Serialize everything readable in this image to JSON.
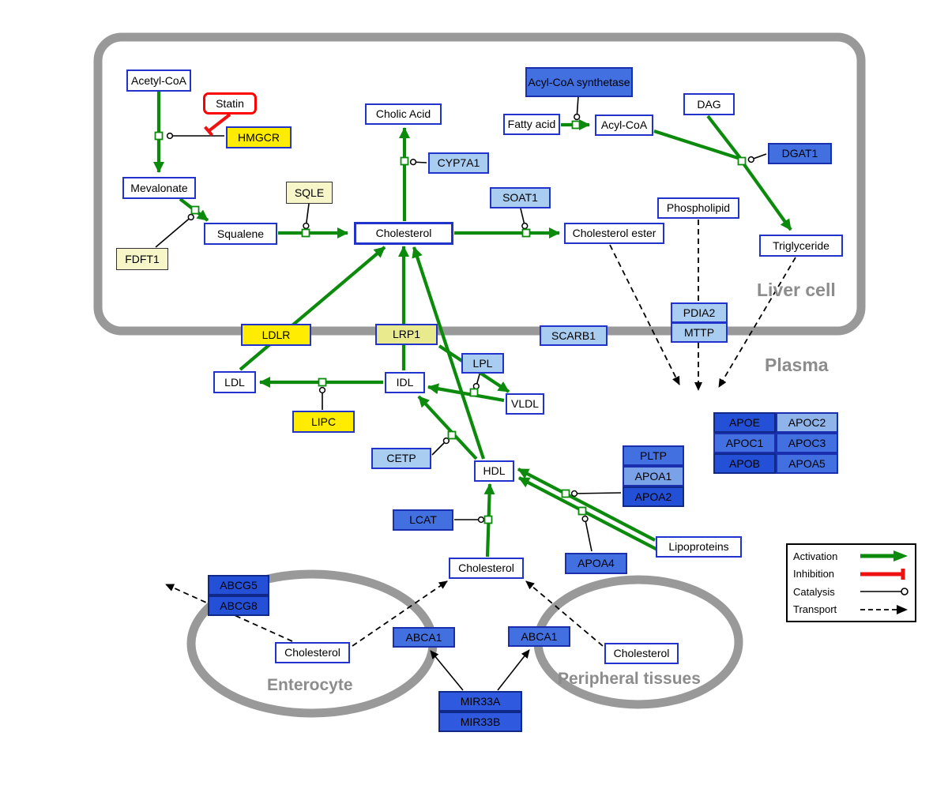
{
  "compartments": {
    "liver": "Liver cell",
    "plasma": "Plasma",
    "enterocyte": "Enterocyte",
    "peripheral": "Peripheral tissues"
  },
  "nodes": {
    "acetyl_coa": "Acetyl-CoA",
    "statin": "Statin",
    "hmgcr": "HMGCR",
    "mevalonate": "Mevalonate",
    "fdft1": "FDFT1",
    "squalene": "Squalene",
    "sqle": "SQLE",
    "cholesterol_liver": "Cholesterol",
    "cholic_acid": "Cholic Acid",
    "cyp7a1": "CYP7A1",
    "soat1": "SOAT1",
    "cholesterol_ester": "Cholesterol ester",
    "acyl_coa_synthetase": "Acyl-CoA synthetase",
    "fatty_acid": "Fatty acid",
    "acyl_coa": "Acyl-CoA",
    "dag": "DAG",
    "dgat1": "DGAT1",
    "phospholipid": "Phospholipid",
    "triglyceride": "Triglyceride",
    "pdia2": "PDIA2",
    "mttp": "MTTP",
    "ldlr": "LDLR",
    "lrp1": "LRP1",
    "scarb1": "SCARB1",
    "ldl": "LDL",
    "idl": "IDL",
    "lpl": "LPL",
    "vldl": "VLDL",
    "lipc": "LIPC",
    "cetp": "CETP",
    "hdl": "HDL",
    "pltp": "PLTP",
    "apoa1": "APOA1",
    "apoa2": "APOA2",
    "lcat": "LCAT",
    "apoa4": "APOA4",
    "lipoproteins": "Lipoproteins",
    "apoe": "APOE",
    "apoc2": "APOC2",
    "apoc1": "APOC1",
    "apoc3": "APOC3",
    "apob": "APOB",
    "apoa5": "APOA5",
    "cholesterol_plasma": "Cholesterol",
    "abcg5": "ABCG5",
    "abcg8": "ABCG8",
    "cholesterol_enterocyte": "Cholesterol",
    "abca1_enterocyte": "ABCA1",
    "abca1_peripheral": "ABCA1",
    "cholesterol_peripheral": "Cholesterol",
    "mir33a": "MIR33A",
    "mir33b": "MIR33B"
  },
  "legend": {
    "activation": "Activation",
    "inhibition": "Inhibition",
    "catalysis": "Catalysis",
    "transport": "Transport"
  },
  "colors": {
    "activation_green": "#0b8a0b",
    "inhibition_red": "#ee1111",
    "membrane_gray": "#999999",
    "node_border_blue": "#2133cb",
    "gene_yellow": "#ffec00",
    "pale_yellow": "#f6f6c8",
    "light_blue": "#a9cdf0",
    "medium_blue": "#4270e0",
    "dark_blue": "#2450d8"
  }
}
